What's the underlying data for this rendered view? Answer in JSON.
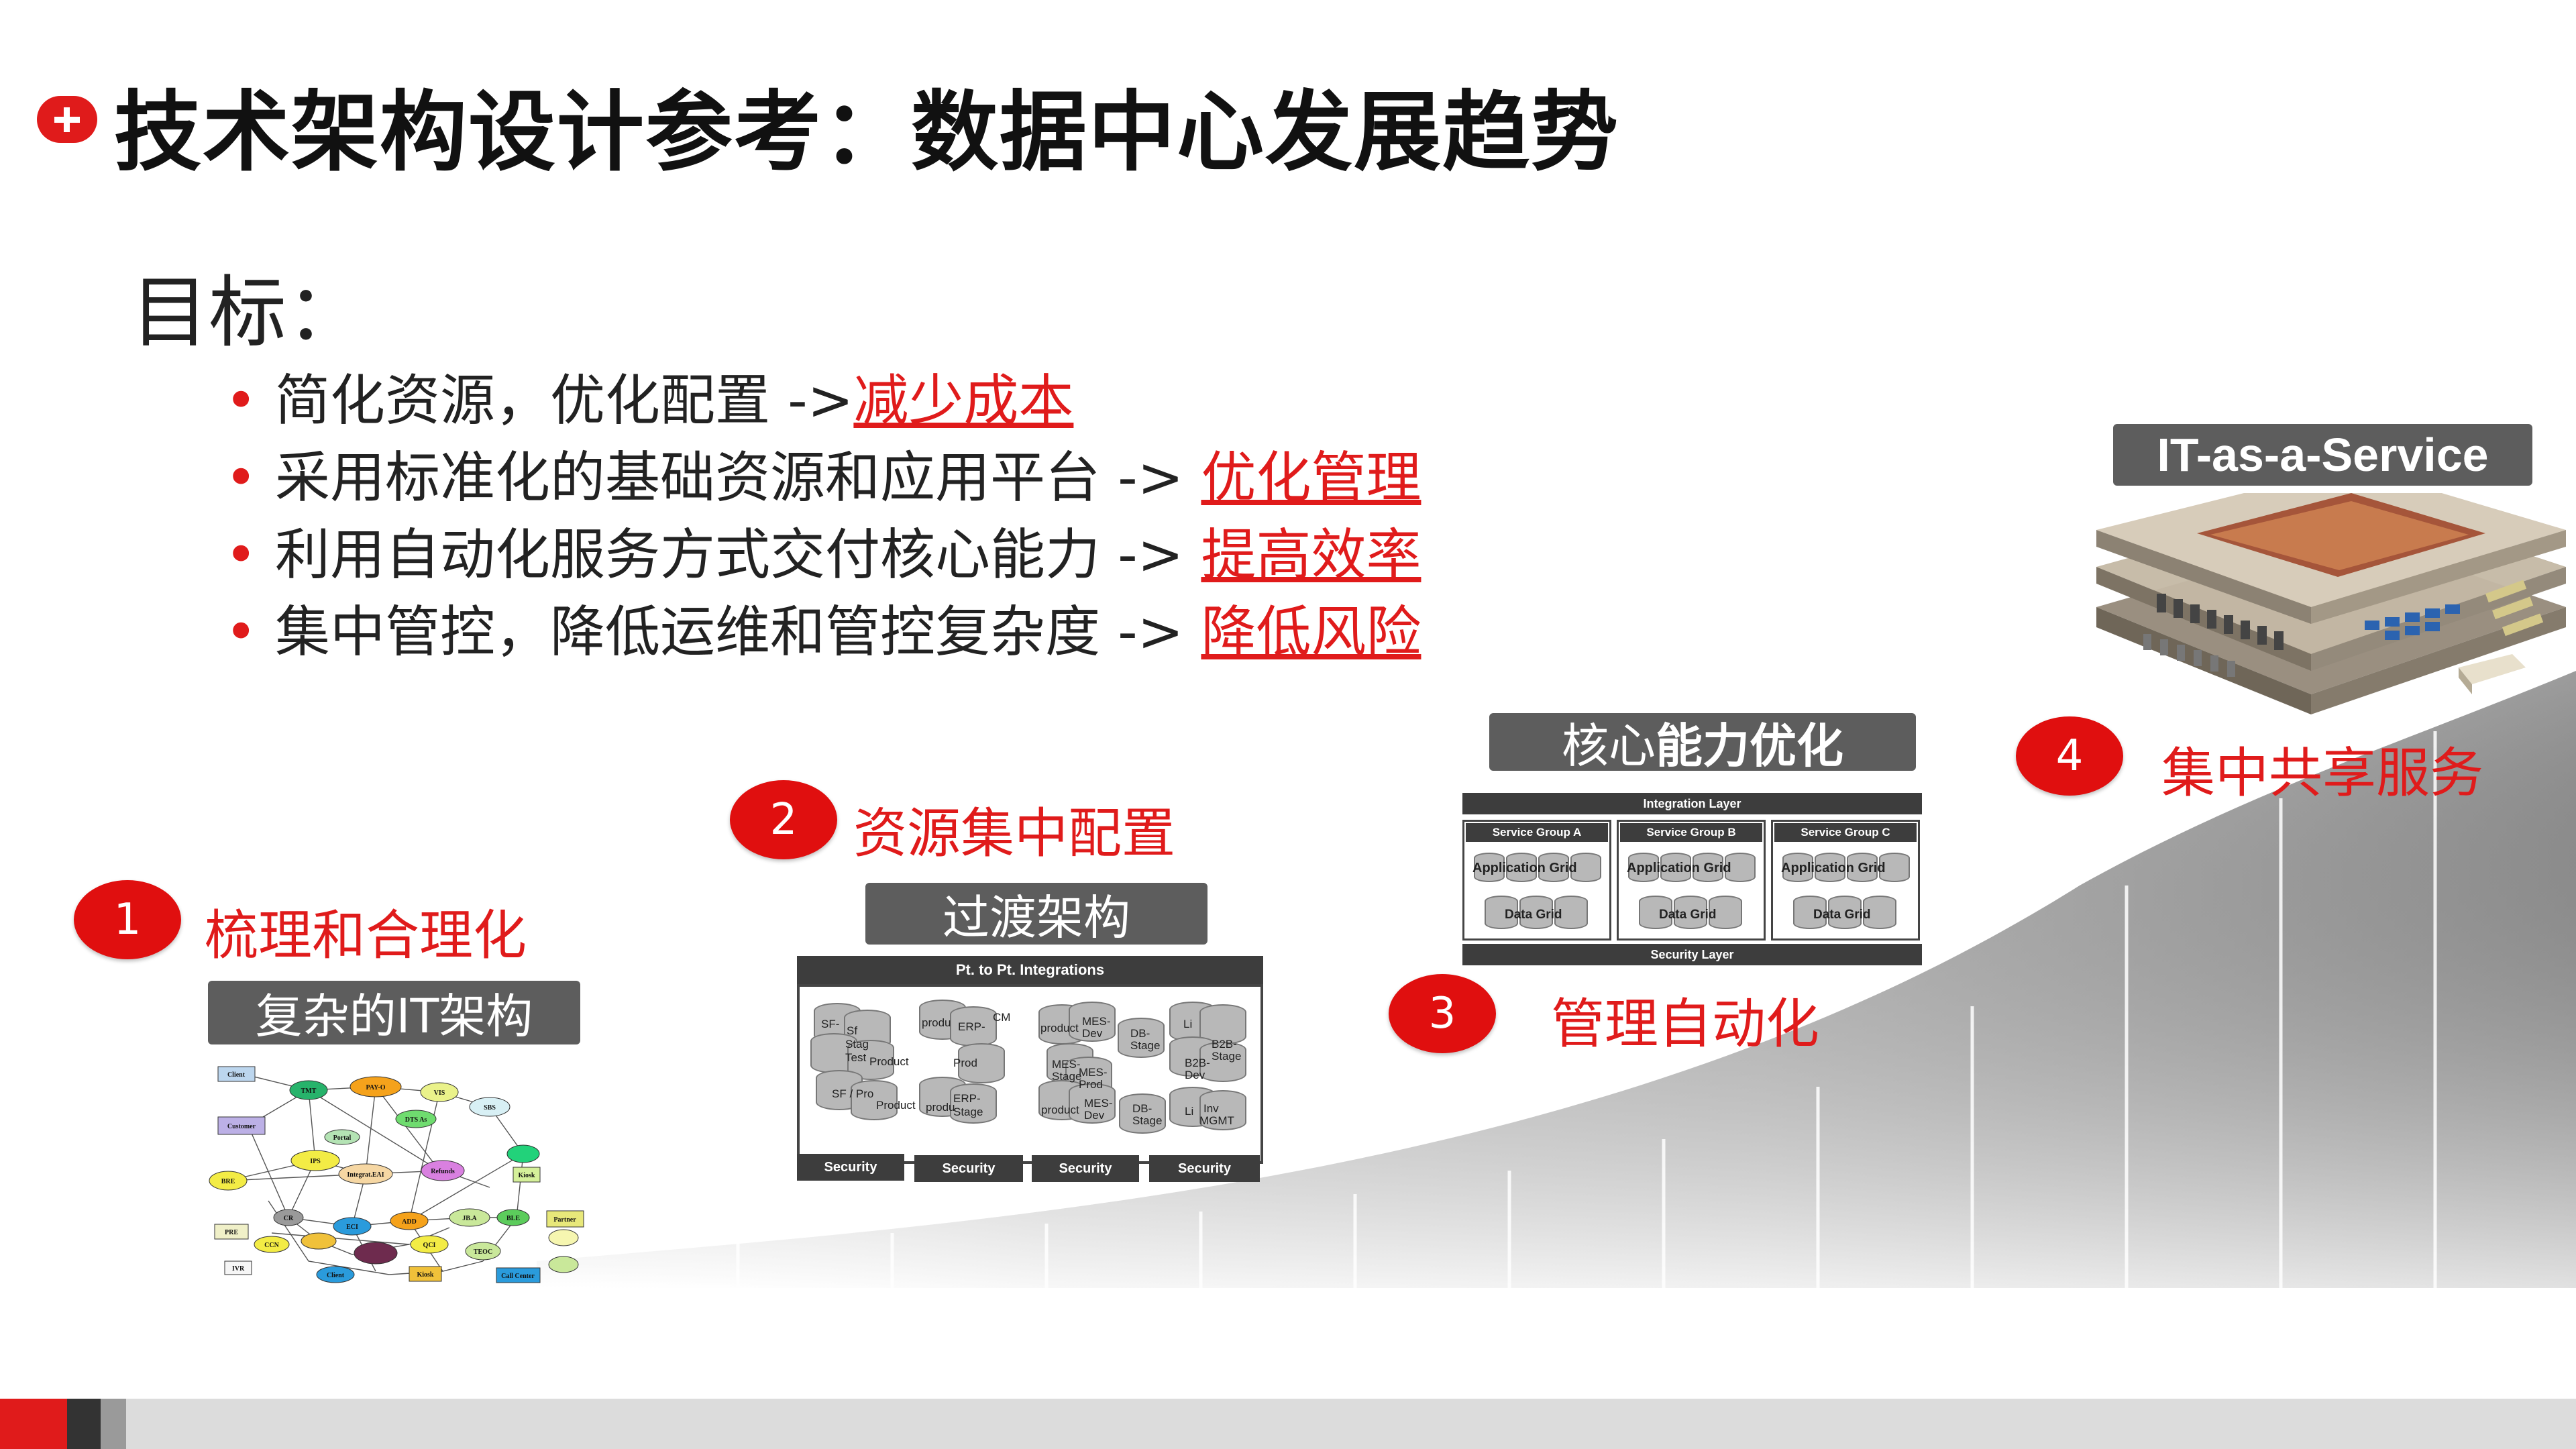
{
  "title": "技术架构设计参考：数据中心发展趋势",
  "goals": {
    "heading": "目标：",
    "items": [
      {
        "text": "简化资源，优化配置 ->",
        "result": "减少成本"
      },
      {
        "text": "采用标准化的基础资源和应用平台 -> ",
        "result": "优化管理"
      },
      {
        "text": "利用自动化服务方式交付核心能力 -> ",
        "result": "提高效率"
      },
      {
        "text": "集中管控，降低运维和管控复杂度 -> ",
        "result": "降低风险"
      }
    ]
  },
  "stages": [
    {
      "number": "1",
      "label": "梳理和合理化",
      "tag": "复杂的IT架构"
    },
    {
      "number": "2",
      "label": "资源集中配置",
      "tag": "过渡架构"
    },
    {
      "number": "3",
      "label": "管理自动化",
      "tag_plain": "核心",
      "tag_bold": "能力优化"
    },
    {
      "number": "4",
      "label": "集中共享服务",
      "tag": "IT-as-a-Service"
    }
  ],
  "transition_diagram": {
    "top_bar": "Pt. to Pt. Integrations",
    "security_labels": [
      "Security",
      "Security",
      "Security",
      "Security"
    ],
    "db_labels": [
      "SF-",
      "Sf",
      "Stag",
      "Test",
      "Product",
      "SF / Pro",
      "Product",
      "produ",
      "ERP-",
      "Prod",
      "ERP-",
      "Stage",
      "CM",
      "product",
      "MES-",
      "Dev",
      "MES-",
      "Stage",
      "MES-",
      "Prod",
      "DB-",
      "Stage",
      "DB-",
      "Stage",
      "B2B-",
      "Stage",
      "B2B-",
      "Dev",
      "Inv",
      "MGMT",
      "Li",
      "Li"
    ]
  },
  "core_diagram": {
    "integration_layer": "Integration Layer",
    "security_layer": "Security Layer",
    "groups": [
      {
        "name": "Service Group A",
        "app": "Application Grid",
        "data": "Data Grid"
      },
      {
        "name": "Service Group B",
        "app": "Application Grid",
        "data": "Data Grid"
      },
      {
        "name": "Service Group C",
        "app": "Application Grid",
        "data": "Data Grid"
      }
    ]
  },
  "complex_diagram": {
    "node_labels": [
      "Client",
      "TMT",
      "PAY-O",
      "VIS",
      "SBS",
      "Customer",
      "DTS As",
      "Portal",
      "BRE",
      "IPS",
      "Integrat.EAI",
      "Refunds",
      "Kiosk",
      "CR",
      "ECI",
      "ADD",
      "JB.A",
      "BLE",
      "Partner",
      "PRE",
      "CCN",
      "QCI",
      "TEOC",
      "IVR",
      "Client",
      "Kiosk",
      "Call Center"
    ]
  },
  "colors": {
    "accent_red": "#e01b1b",
    "tag_gray": "#5d5d5d",
    "dark_bar": "#3d3d3d"
  }
}
